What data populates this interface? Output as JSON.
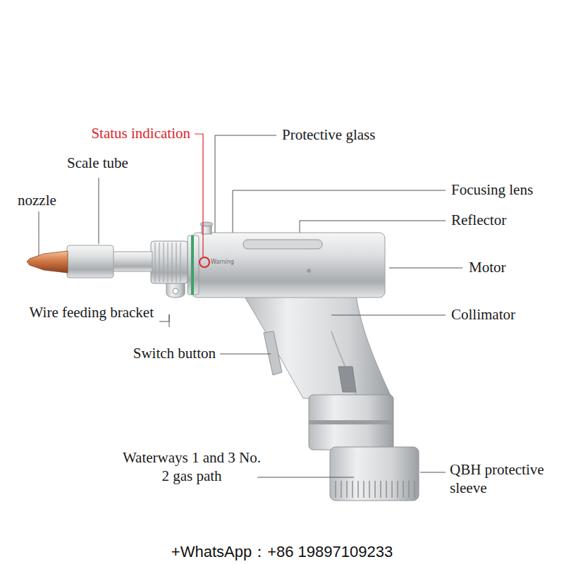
{
  "diagram": {
    "labels": [
      "Status indication",
      "Protective glass",
      "Scale tube",
      "Focusing lens",
      "nozzle",
      "Reflector",
      "Warning",
      "Motor",
      "Wire feeding bracket",
      "Collimator",
      "Switch button",
      "Waterways 1 and 3 No. 2 gas path",
      "QBH protective sleeve",
      "+WhatsApp：+86 19897109233"
    ]
  }
}
